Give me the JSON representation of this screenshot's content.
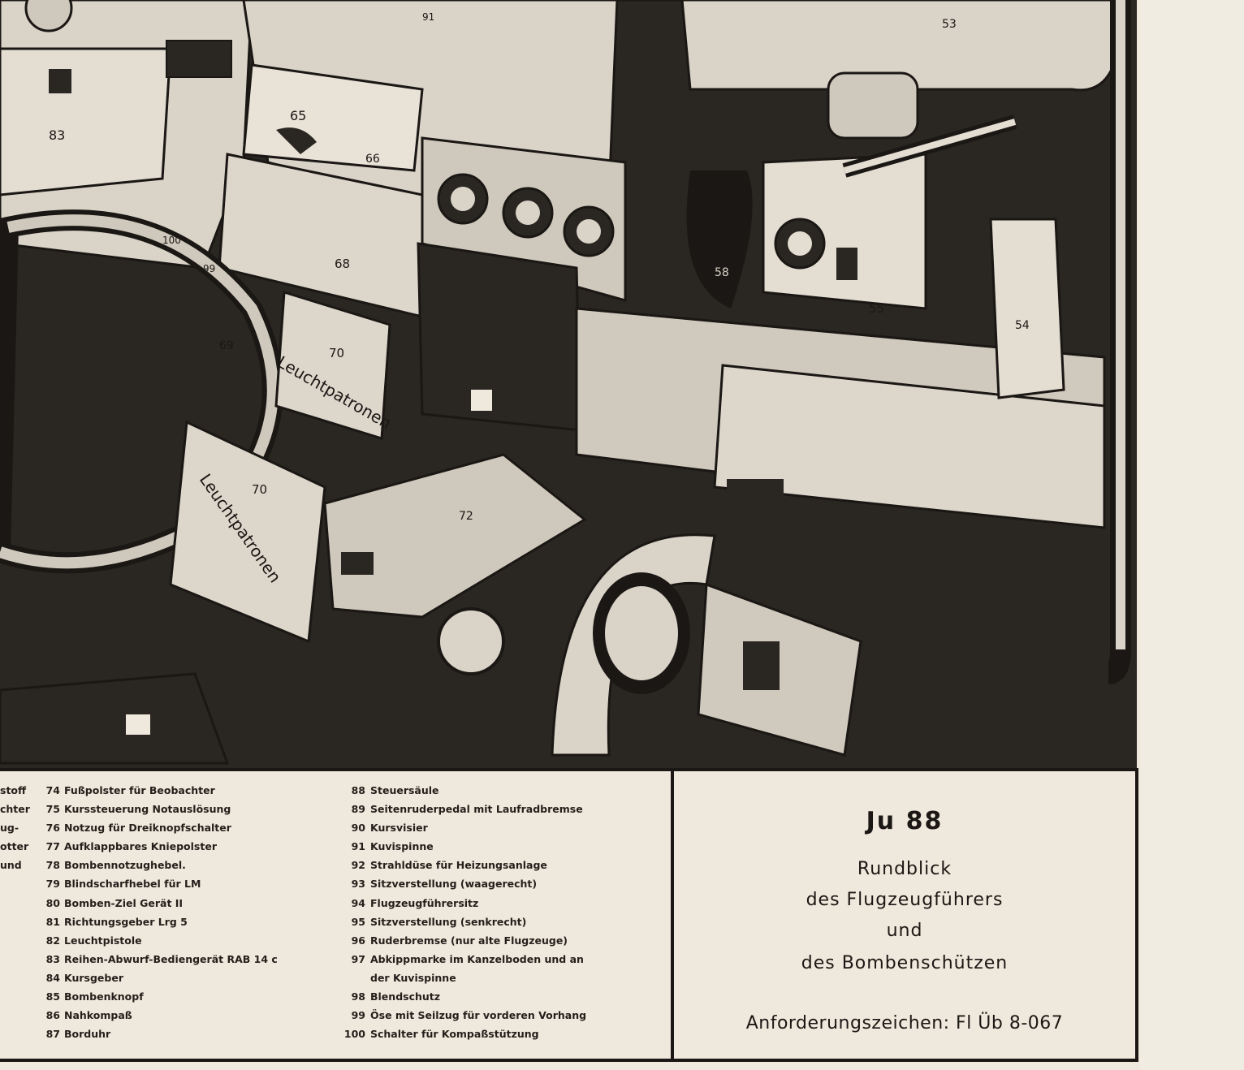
{
  "legend_partial": [
    {
      "text": "stoff"
    },
    {
      "text": "chter"
    },
    {
      "text": "ug-"
    },
    {
      "text": ""
    },
    {
      "text": ""
    },
    {
      "text": ""
    },
    {
      "text": "otter"
    },
    {
      "text": ""
    },
    {
      "text": ""
    },
    {
      "text": ""
    },
    {
      "text": ""
    },
    {
      "text": "und"
    }
  ],
  "legend_col1": [
    {
      "num": "74",
      "text": "Fußpolster für Beobachter"
    },
    {
      "num": "75",
      "text": "Kurssteuerung Notauslösung"
    },
    {
      "num": "76",
      "text": "Notzug für Dreiknopfschalter"
    },
    {
      "num": "77",
      "text": "Aufklappbares Kniepolster"
    },
    {
      "num": "78",
      "text": "Bombennotzughebel."
    },
    {
      "num": "79",
      "text": "Blindscharfhebel für LM"
    },
    {
      "num": "80",
      "text": "Bomben-Ziel Gerät II"
    },
    {
      "num": "81",
      "text": "Richtungsgeber Lrg 5"
    },
    {
      "num": "82",
      "text": "Leuchtpistole"
    },
    {
      "num": "83",
      "text": "Reihen-Abwurf-Bediengerät RAB 14 c"
    },
    {
      "num": "84",
      "text": "Kursgeber"
    },
    {
      "num": "85",
      "text": "Bombenknopf"
    },
    {
      "num": "86",
      "text": "Nahkompaß"
    },
    {
      "num": "87",
      "text": "Borduhr"
    }
  ],
  "legend_col2": [
    {
      "num": "88",
      "text": "Steuersäule"
    },
    {
      "num": "89",
      "text": "Seitenruderpedal mit Laufradbremse"
    },
    {
      "num": "90",
      "text": "Kursvisier"
    },
    {
      "num": "91",
      "text": "Kuvispinne"
    },
    {
      "num": "92",
      "text": "Strahldüse für Heizungsanlage"
    },
    {
      "num": "93",
      "text": "Sitzverstellung (waagerecht)"
    },
    {
      "num": "94",
      "text": "Flugzeugführersitz"
    },
    {
      "num": "95",
      "text": "Sitzverstellung (senkrecht)"
    },
    {
      "num": "96",
      "text": "Ruderbremse (nur alte Flugzeuge)"
    },
    {
      "num": "97",
      "text": "Abkippmarke im Kanzelboden und an"
    },
    {
      "num": "",
      "text": "der Kuvispinne"
    },
    {
      "num": "98",
      "text": "Blendschutz"
    },
    {
      "num": "99",
      "text": "Öse mit Seilzug für vorderen Vorhang"
    },
    {
      "num": "100",
      "text": "Schalter für Kompaßstützung"
    }
  ],
  "title_block": {
    "aircraft": "Ju 88",
    "line1": "Rundblick",
    "line2": "des Flugzeugführers",
    "line3": "und",
    "line4": "des Bombenschützen",
    "code": "Anforderungszeichen: Fl Üb 8-067"
  },
  "illustration_labels": {
    "l83": "83",
    "l65": "65",
    "l66": "66",
    "l68": "68",
    "l69": "69",
    "l70a": "70",
    "l70b": "70",
    "leucht_a": "Leuchtpatronen",
    "leucht_b": "Leuchtpatronen",
    "l72": "72",
    "l58": "58",
    "l55": "55",
    "l54": "54",
    "l53": "53",
    "l100": "100",
    "l99": "99",
    "l91": "91"
  },
  "colors": {
    "paper": "#efe8dc",
    "ink": "#1a1714",
    "panel_light": "#d9d3c8",
    "panel_dark": "#2a2622"
  }
}
